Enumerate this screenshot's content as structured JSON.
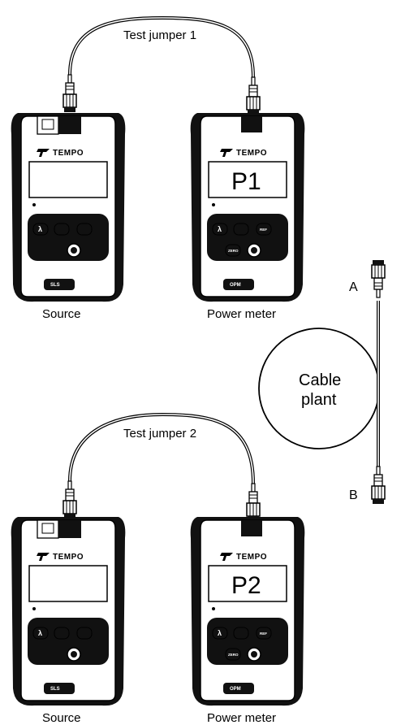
{
  "top": {
    "jumper_label": "Test jumper 1",
    "source": {
      "brand": "TEMPO",
      "bottom_tag": "SLS",
      "caption": "Source"
    },
    "meter": {
      "brand": "TEMPO",
      "readout": "P1",
      "bottom_tag": "OPM",
      "caption": "Power meter"
    }
  },
  "bottom": {
    "jumper_label": "Test jumper 2",
    "source": {
      "brand": "TEMPO",
      "bottom_tag": "SLS",
      "caption": "Source"
    },
    "meter": {
      "brand": "TEMPO",
      "readout": "P2",
      "bottom_tag": "OPM",
      "caption": "Power meter"
    }
  },
  "cable_plant": {
    "label_line1": "Cable",
    "label_line2": "plant",
    "end_a": "A",
    "end_b": "B"
  },
  "buttons": {
    "lambda": "λ",
    "ref": "REF",
    "zero": "ZERO"
  }
}
